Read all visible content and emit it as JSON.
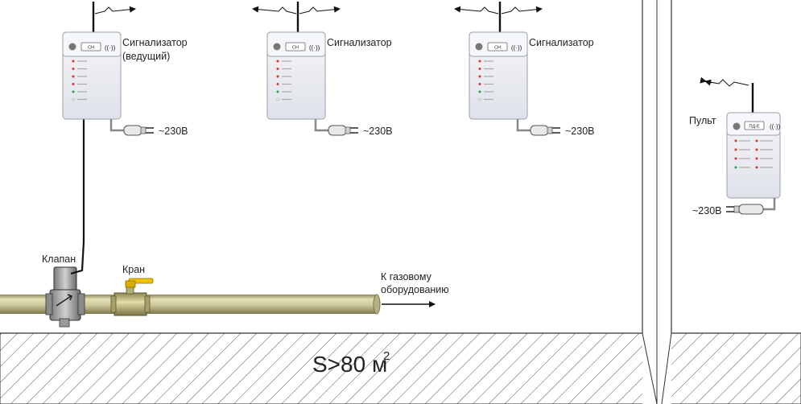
{
  "devices": [
    {
      "id": "master",
      "label_line1": "Сигнализатор",
      "label_line2": "(ведущий)",
      "power": "~230В",
      "panel_label": "СН"
    },
    {
      "id": "sig2",
      "label_line1": "Сигнализатор",
      "label_line2": "",
      "power": "~230В",
      "panel_label": "СН"
    },
    {
      "id": "sig3",
      "label_line1": "Сигнализатор",
      "label_line2": "",
      "power": "~230В",
      "panel_label": "СН"
    }
  ],
  "remote": {
    "label": "Пульт",
    "power": "~230В",
    "panel_label": "ПД-Е"
  },
  "pipe": {
    "valve_label": "Клапан",
    "tap_label": "Кран",
    "flow_label_line1": "К газовому",
    "flow_label_line2": "оборудованию"
  },
  "floor": {
    "area_label": "S>80 м",
    "area_exponent": "2"
  },
  "colors": {
    "pipe": "#cdc89a",
    "pipe_dark": "#8f8a5c",
    "device": "#e6e9ef",
    "tap_handle": "#f2c200"
  }
}
